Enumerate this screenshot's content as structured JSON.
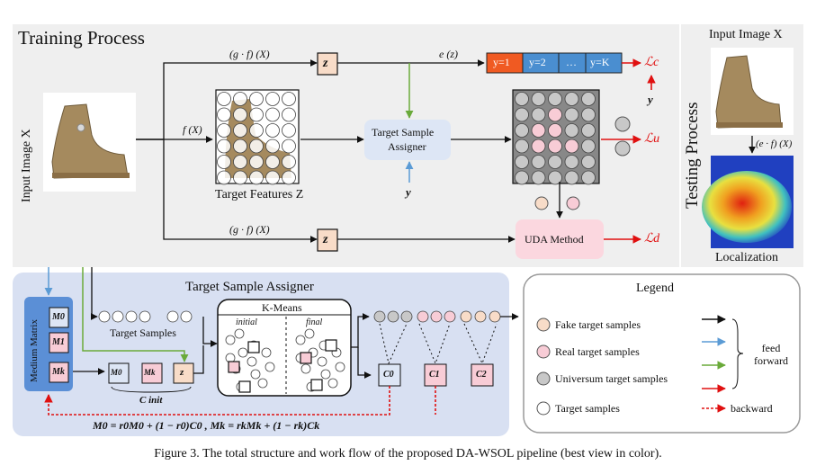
{
  "training": {
    "title": "Training Process",
    "input_label": "Input Image X",
    "edge_top": "(g · f) (X)",
    "edge_mid": "f (X)",
    "edge_bottom": "(g · f) (X)",
    "edge_ez": "e (z)",
    "z_label": "z",
    "features_caption": "Target Features Z",
    "assigner_line1": "Target Sample",
    "assigner_line2": "Assigner",
    "y_label": "y",
    "classes": [
      "y=1",
      "y=2",
      "…",
      "y=K"
    ],
    "uda_label": "UDA Method",
    "loss_c": "ℒc",
    "loss_u": "ℒu",
    "loss_d": "ℒd"
  },
  "testing": {
    "title": "Testing Process",
    "input_label": "Input Image X",
    "edge": "(e · f) (X)",
    "output_label": "Localization"
  },
  "assigner": {
    "title": "Target Sample Assigner",
    "medium_matrix": "Medium Matrix",
    "target_samples": "Target Samples",
    "kmeans_title": "K-Means",
    "initial": "initial",
    "final": "final",
    "m_labels": [
      "M0",
      "M1",
      "Mk"
    ],
    "cinit_row": [
      "M0",
      "Mk",
      "z"
    ],
    "cinit_label": "C init",
    "clusters": [
      "C0",
      "C1",
      "C2"
    ],
    "equation": "M0 = r0M0 + (1 − r0)C0 ,   Mk = rkMk + (1 − rk)Ck"
  },
  "legend": {
    "title": "Legend",
    "items": [
      "Fake target samples",
      "Real target samples",
      "Universum target samples",
      "Target samples"
    ],
    "feed_forward": "feed forward",
    "backward": "backward"
  },
  "colors": {
    "z_box": "#f8dcc8",
    "class_first": "#f05a22",
    "class_rest": "#4a8ed0",
    "assigner_box": "#dde6f5",
    "uda_box": "#fbd7df",
    "assigner_panel": "#d8e0f2",
    "medium_matrix": "#5b8fd6",
    "fake": "#f8dcc8",
    "real": "#f8ccd6",
    "universum": "#c8c8c8",
    "arrow_red": "#e01010",
    "arrow_blue": "#5b9bd5",
    "arrow_green": "#6aaa3a"
  },
  "caption": "Figure 3. The total structure and work flow of the proposed DA-WSOL pipeline (best view in color)."
}
